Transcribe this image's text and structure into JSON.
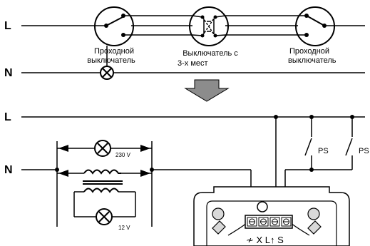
{
  "top_diagram": {
    "line_L": "L",
    "line_N": "N",
    "switch_left_label_1": "Проходной",
    "switch_left_label_2": "выключатель",
    "switch_mid_label_1": "Выключатель с",
    "switch_mid_label_2": "3-х мест",
    "switch_right_label_1": "Проходной",
    "switch_right_label_2": "выключатель"
  },
  "bottom_diagram": {
    "line_L": "L",
    "line_N": "N",
    "lamp_230_label": "230 V",
    "lamp_12_label": "12 V",
    "ps_label_1": "PS",
    "ps_label_2": "PS",
    "terminal_labels": "≁ X L↑ S"
  },
  "colors": {
    "line": "#000000",
    "arrow_fill": "#8c8c8c",
    "device_gray": "#d9d9d9"
  }
}
